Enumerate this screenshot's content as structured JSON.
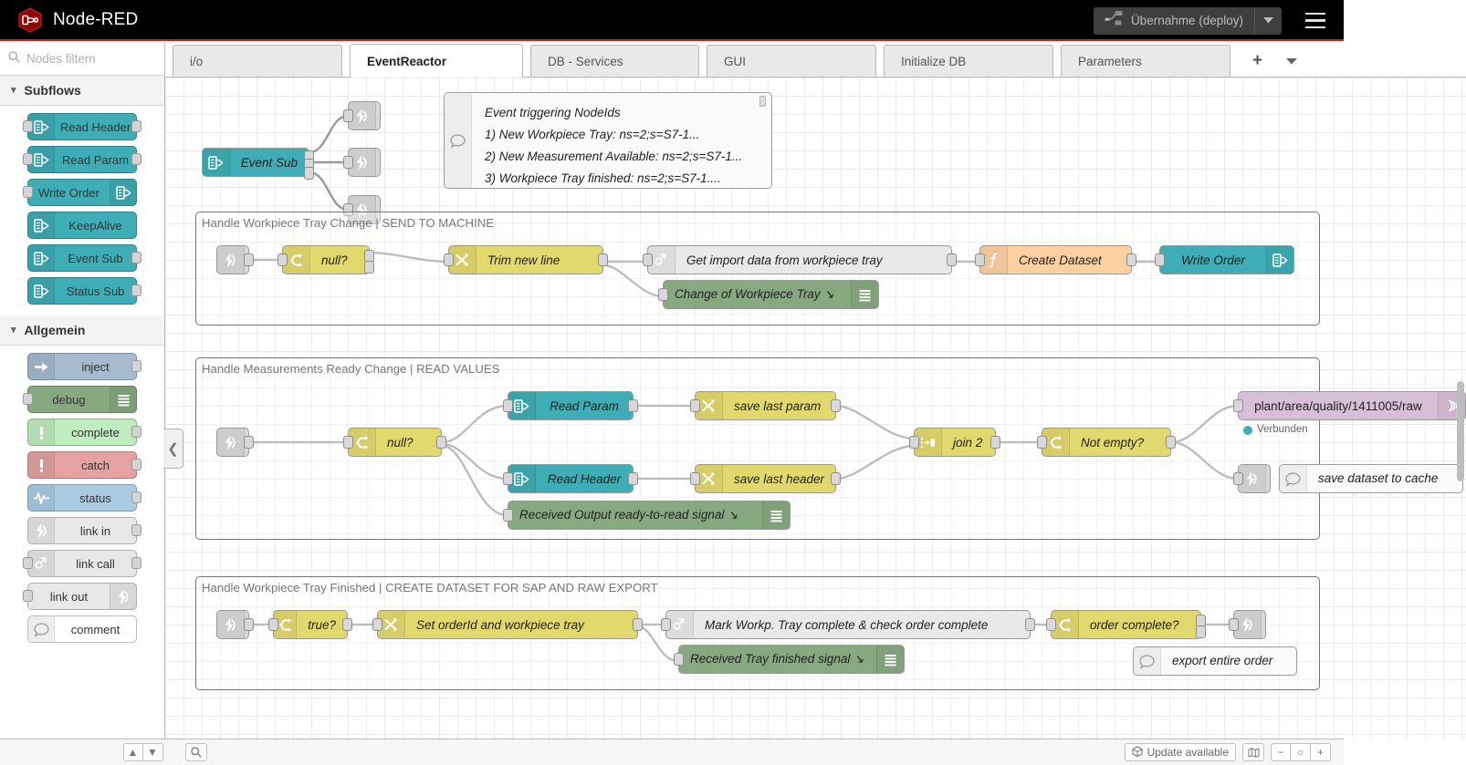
{
  "header": {
    "title": "Node-RED",
    "logo_icon": "node-red-logo",
    "deploy_label": "Übernahme (deploy)",
    "deploy_icon": "deploy-icon",
    "deploy_caret_icon": "chevron-down-icon",
    "menu_icon": "hamburger-menu-icon"
  },
  "palette": {
    "search_placeholder": "Nodes filtern",
    "search_icon": "search-icon",
    "categories": [
      {
        "name": "Subflows",
        "label": "Subflows",
        "chevron_icon": "chevron-down-icon",
        "nodes": [
          {
            "label": "Read Header",
            "icon": "subflow-icon",
            "color": "#3FADB5",
            "icon_side": "left",
            "in": true,
            "out": true
          },
          {
            "label": "Read Param",
            "icon": "subflow-icon",
            "color": "#3FADB5",
            "icon_side": "left",
            "in": true,
            "out": true
          },
          {
            "label": "Write Order",
            "icon": "subflow-icon",
            "color": "#3FADB5",
            "icon_side": "right",
            "in": true,
            "out": false
          },
          {
            "label": "KeepAlive",
            "icon": "subflow-icon",
            "color": "#3FADB5",
            "icon_side": "left",
            "in": false,
            "out": false
          },
          {
            "label": "Event Sub",
            "icon": "subflow-icon",
            "color": "#3FADB5",
            "icon_side": "left",
            "in": false,
            "out": true
          },
          {
            "label": "Status Sub",
            "icon": "subflow-icon",
            "color": "#3FADB5",
            "icon_side": "left",
            "in": false,
            "out": true
          }
        ]
      },
      {
        "name": "Allgemein",
        "label": "Allgemein",
        "chevron_icon": "chevron-down-icon",
        "nodes": [
          {
            "label": "inject",
            "icon": "inject-arrow-icon",
            "color": "#a6bbcf",
            "icon_side": "left",
            "in": false,
            "out": true
          },
          {
            "label": "debug",
            "icon": "debug-list-icon",
            "color": "#87a980",
            "icon_side": "right",
            "in": true,
            "out": false
          },
          {
            "label": "complete",
            "icon": "exclamation-icon",
            "color": "#c0edc0",
            "icon_side": "left",
            "in": false,
            "out": true
          },
          {
            "label": "catch",
            "icon": "exclamation-icon",
            "color": "#e6a2a2",
            "icon_side": "left",
            "in": false,
            "out": true
          },
          {
            "label": "status",
            "icon": "pulse-icon",
            "color": "#a9cce3",
            "icon_side": "left",
            "in": false,
            "out": true
          },
          {
            "label": "link in",
            "icon": "link-icon",
            "color": "#e8e8e8",
            "icon_side": "left",
            "in": false,
            "out": true
          },
          {
            "label": "link call",
            "icon": "link-call-icon",
            "color": "#e8e8e8",
            "icon_side": "left",
            "in": true,
            "out": true
          },
          {
            "label": "link out",
            "icon": "link-icon",
            "color": "#e8e8e8",
            "icon_side": "right",
            "in": true,
            "out": false
          },
          {
            "label": "comment",
            "icon": "comment-icon",
            "color": "#ffffff",
            "icon_side": "left",
            "in": false,
            "out": false
          }
        ]
      }
    ]
  },
  "workspace": {
    "tabs": [
      {
        "label": "i/o",
        "active": false
      },
      {
        "label": "EventReactor",
        "active": true
      },
      {
        "label": "DB - Services",
        "active": false
      },
      {
        "label": "GUI",
        "active": false
      },
      {
        "label": "Initialize DB",
        "active": false
      },
      {
        "label": "Parameters",
        "active": false
      }
    ],
    "add_tab_icon": "plus-icon",
    "tab_menu_icon": "chevron-down-icon",
    "collapse_handle_icon": "chevron-left-icon"
  },
  "flow": {
    "top_section": {
      "event_sub": {
        "label": "Event Sub",
        "icon": "subflow-icon",
        "color": "#3FADB5"
      },
      "link_outs": [
        {
          "label": "",
          "icon": "link-out-icon",
          "color": "#d9d9d9"
        },
        {
          "label": "",
          "icon": "link-out-icon",
          "color": "#d9d9d9"
        },
        {
          "label": "",
          "icon": "link-out-icon",
          "color": "#d9d9d9"
        }
      ],
      "comment": {
        "icon": "comment-icon",
        "lines": [
          "Event triggering NodeIds",
          "1) New Workpiece Tray: ns=2;s=S7-1...",
          "2) New Measurement Available: ns=2;s=S7-1...",
          "3) Workpiece Tray finished: ns=2;s=S7-1...."
        ]
      }
    },
    "groups": [
      {
        "title": "Handle Workpiece Tray Change | SEND TO MACHINE",
        "nodes": [
          {
            "label": "",
            "icon": "link-in-icon",
            "color": "#d9d9d9"
          },
          {
            "label": "null?",
            "icon": "switch-icon",
            "color": "#e2d96e"
          },
          {
            "label": "Trim new line",
            "icon": "change-icon",
            "color": "#e2d96e"
          },
          {
            "label": "Get import data from workpiece tray",
            "icon": "link-call-icon",
            "color": "#e9e9e9"
          },
          {
            "label": "Create Dataset",
            "icon": "function-icon",
            "color": "#fdd0a2"
          },
          {
            "label": "Write Order",
            "icon": "subflow-icon",
            "color": "#3FADB5"
          },
          {
            "label": "Change of Workpiece Tray ↘",
            "icon": "debug-list-icon",
            "color": "#87a980"
          }
        ]
      },
      {
        "title": "Handle Measurements Ready Change | READ VALUES",
        "nodes": [
          {
            "label": "",
            "icon": "link-in-icon",
            "color": "#d9d9d9"
          },
          {
            "label": "null?",
            "icon": "switch-icon",
            "color": "#e2d96e"
          },
          {
            "label": "Read Param",
            "icon": "subflow-icon",
            "color": "#3FADB5"
          },
          {
            "label": "Read Header",
            "icon": "subflow-icon",
            "color": "#3FADB5"
          },
          {
            "label": "save last param",
            "icon": "change-icon",
            "color": "#e2d96e"
          },
          {
            "label": "save last header",
            "icon": "change-icon",
            "color": "#e2d96e"
          },
          {
            "label": "join 2",
            "icon": "join-icon",
            "color": "#e2d96e"
          },
          {
            "label": "Not empty?",
            "icon": "switch-icon",
            "color": "#e2d96e"
          },
          {
            "label": "plant/area/quality/1411005/raw",
            "icon": "mqtt-icon",
            "color": "#d8bfd8",
            "status": "Verbunden",
            "status_color": "#3FADB5"
          },
          {
            "label": "",
            "icon": "link-out-icon",
            "color": "#d9d9d9"
          },
          {
            "label": "save dataset to cache",
            "icon": "comment-icon",
            "color": "#ffffff"
          },
          {
            "label": "Received Output ready-to-read signal ↘",
            "icon": "debug-list-icon",
            "color": "#87a980"
          }
        ]
      },
      {
        "title": "Handle Workpiece Tray Finished | CREATE DATASET FOR SAP AND RAW EXPORT",
        "nodes": [
          {
            "label": "",
            "icon": "link-in-icon",
            "color": "#d9d9d9"
          },
          {
            "label": "true?",
            "icon": "switch-icon",
            "color": "#e2d96e"
          },
          {
            "label": "Set orderId and workpiece tray",
            "icon": "change-icon",
            "color": "#e2d96e"
          },
          {
            "label": "Mark Workp. Tray complete & check order complete",
            "icon": "link-call-icon",
            "color": "#e9e9e9"
          },
          {
            "label": "order complete?",
            "icon": "switch-icon",
            "color": "#e2d96e"
          },
          {
            "label": "",
            "icon": "link-out-icon",
            "color": "#d9d9d9"
          },
          {
            "label": "export entire order",
            "icon": "comment-icon",
            "color": "#ffffff"
          },
          {
            "label": "Received Tray finished signal ↘",
            "icon": "debug-list-icon",
            "color": "#87a980"
          }
        ]
      }
    ]
  },
  "footer": {
    "collapse_up_icon": "chevrons-up-icon",
    "collapse_down_icon": "chevrons-down-icon",
    "search_icon": "search-icon",
    "update_label": "Update available",
    "update_icon": "package-icon",
    "map_icon": "navigator-map-icon",
    "zoom_out_label": "−",
    "zoom_reset_label": "○",
    "zoom_in_label": "+"
  },
  "colors": {
    "brand_red": "#c32525",
    "subflow_teal": "#3FADB5",
    "switch_yellow": "#e2d96e",
    "debug_green": "#87a980",
    "mqtt_purple": "#d8bfd8",
    "function_orange": "#fdd0a2"
  }
}
